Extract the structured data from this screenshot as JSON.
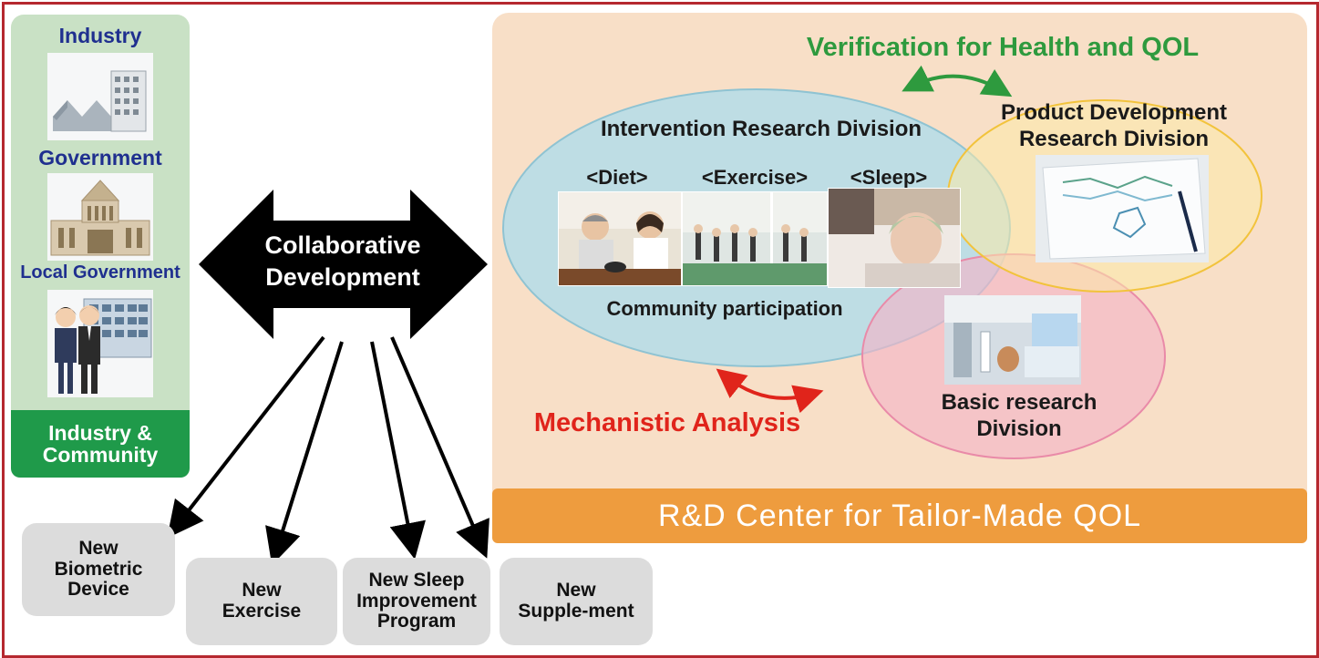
{
  "sectors": [
    {
      "label": "Industry",
      "icon": "factory-icon"
    },
    {
      "label": "Government",
      "icon": "parliament-building-icon"
    },
    {
      "label": "Local Government",
      "icon": "officials-building-icon"
    }
  ],
  "sector_group_label": "Industry &\nCommunity",
  "center_arrow_label": "Collaborative\nDevelopment",
  "rd_center_title": "R&D Center for Tailor-Made QOL",
  "verification_label": "Verification for Health and QOL",
  "mechanistic_label": "Mechanistic Analysis",
  "divisions": {
    "intervention": {
      "title": "Intervention Research Division",
      "categories": [
        "<Diet>",
        "<Exercise>",
        "<Sleep>"
      ],
      "footer": "Community participation"
    },
    "product": {
      "title": "Product Development\nResearch Division"
    },
    "basic": {
      "title": "Basic research\nDivision"
    }
  },
  "outputs": [
    {
      "label": "New\nBiometric\nDevice"
    },
    {
      "label": "New\nExercise"
    },
    {
      "label": "New Sleep\nImprovement\nProgram"
    },
    {
      "label": "New\nSupple-ment"
    }
  ],
  "colors": {
    "frame": "#b5282f",
    "green_text": "#2e9a3e",
    "red_text": "#e0241b",
    "navy_text": "#1f2f8f",
    "orange_bar": "#ee9c3e",
    "peach_bg": "#f8dfc7",
    "blue_ellipse": "#b8dce6",
    "yellow_ellipse": "#f5c542",
    "pink_ellipse": "#f3b5c8"
  }
}
